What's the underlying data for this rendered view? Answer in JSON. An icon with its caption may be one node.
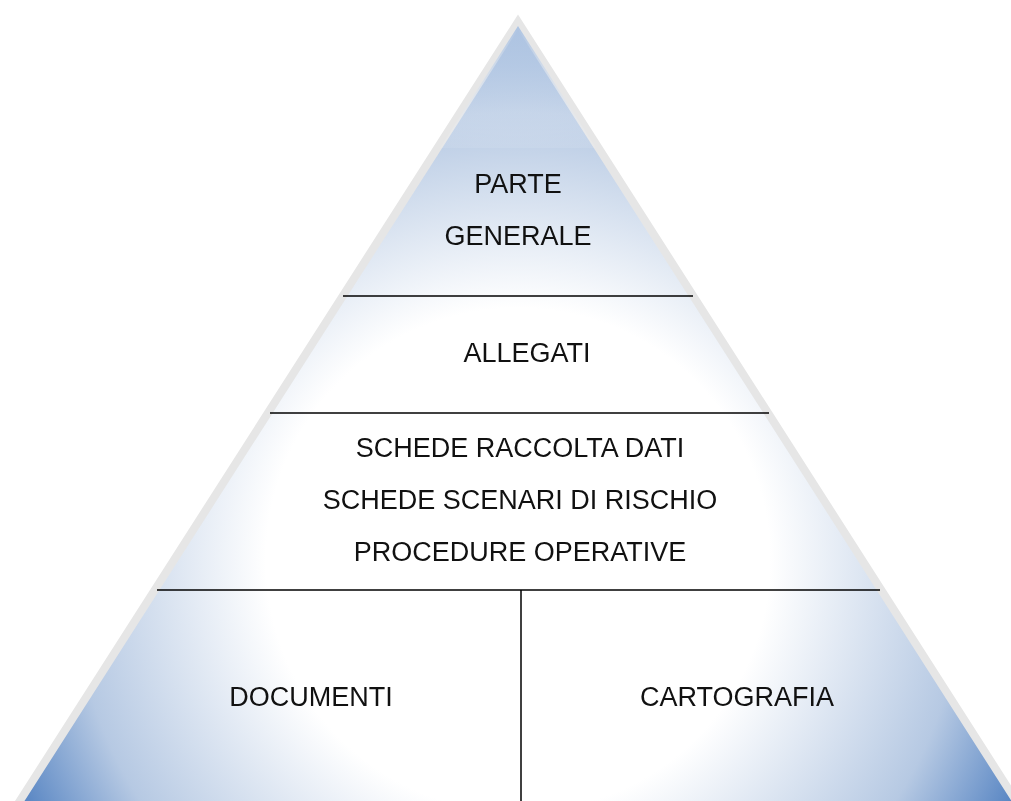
{
  "diagram": {
    "nodes": [
      {
        "text": [
          "PARTE GENERALE"
        ]
      },
      {
        "text": [
          "ALLEGATI"
        ]
      },
      {
        "text": [
          "SCHEDE RACCOLTA DATI",
          "SCHEDE SCENARI DI RISCHIO",
          "PROCEDURE OPERATIVE"
        ]
      },
      {
        "text": [
          "DOCUMENTI"
        ]
      },
      {
        "text": [
          "CARTOGRAFIA"
        ]
      }
    ]
  }
}
